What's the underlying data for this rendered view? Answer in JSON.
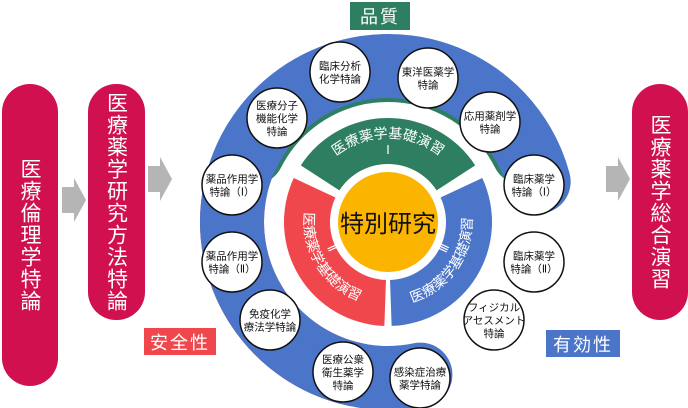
{
  "colors": {
    "magenta": "#d0104f",
    "green": "#2e7f62",
    "red": "#f0474c",
    "blue": "#4b75c9",
    "yellow": "#fbb400",
    "arrow": "#b5b5b5"
  },
  "left_steps": [
    "医療倫理学特論",
    "医療薬学研究方法特論"
  ],
  "right_step": "医療薬学総合演習",
  "tags": {
    "quality": "品質",
    "safety": "安全性",
    "efficacy": "有効性"
  },
  "center": "特別研究",
  "rings": {
    "green": {
      "label": "医療薬学基礎演習",
      "numeral": "Ⅰ"
    },
    "red": {
      "label": "医療薬学基礎演習",
      "numeral": "Ⅱ"
    },
    "blue": {
      "label": "医療薬学基礎演習",
      "numeral": "Ⅲ"
    }
  },
  "courses": {
    "green": [
      [
        "医療分子",
        "機能化学",
        "特論"
      ],
      [
        "臨床分析",
        "化学特論"
      ],
      [
        "東洋医薬学",
        "特論"
      ],
      [
        "応用薬剤学",
        "特論"
      ]
    ],
    "red": [
      [
        "薬品作用学",
        "特論（Ⅰ）"
      ],
      [
        "薬品作用学",
        "特論（Ⅱ）"
      ],
      [
        "免疫化学",
        "療法学特論"
      ],
      [
        "医療公衆",
        "衛生薬学",
        "特論"
      ]
    ],
    "blue": [
      [
        "臨床薬学",
        "特論（Ⅰ）"
      ],
      [
        "臨床薬学",
        "特論（Ⅱ）"
      ],
      [
        "フィジカル",
        "アセスメント",
        "特論"
      ],
      [
        "感染症治療",
        "薬学特論"
      ]
    ]
  }
}
